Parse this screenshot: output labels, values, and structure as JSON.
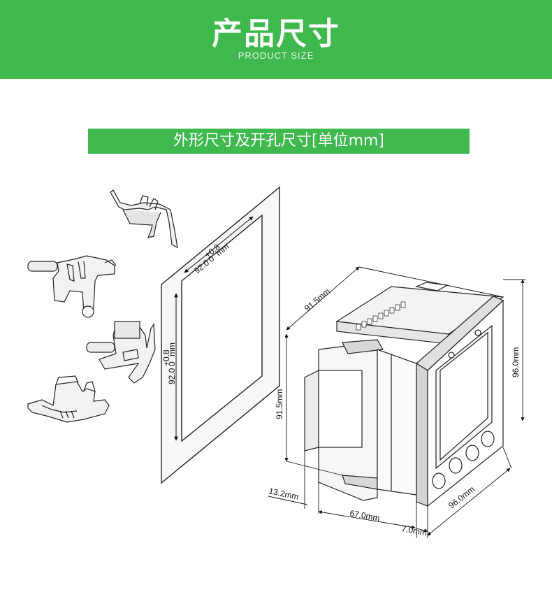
{
  "header": {
    "title": "产品尺寸",
    "subtitle": "PRODUCT SIZE",
    "bg_color": "#3fb84e"
  },
  "section": {
    "label": "外形尺寸及开孔尺寸[单位mm]"
  },
  "dimensions": {
    "cutout_width": "92.0",
    "cutout_tol_top": "+0.8",
    "cutout_tol_bottom": "0",
    "cutout_unit": "mm",
    "cutout_height": "92.0",
    "depth_top": "91.5mm",
    "body_height": "91.5mm",
    "front_height": "96.0mm",
    "front_width": "96.0mm",
    "rear_offset": "13.2mm",
    "body_depth": "67.0mm",
    "front_depth": "7.0mm"
  }
}
